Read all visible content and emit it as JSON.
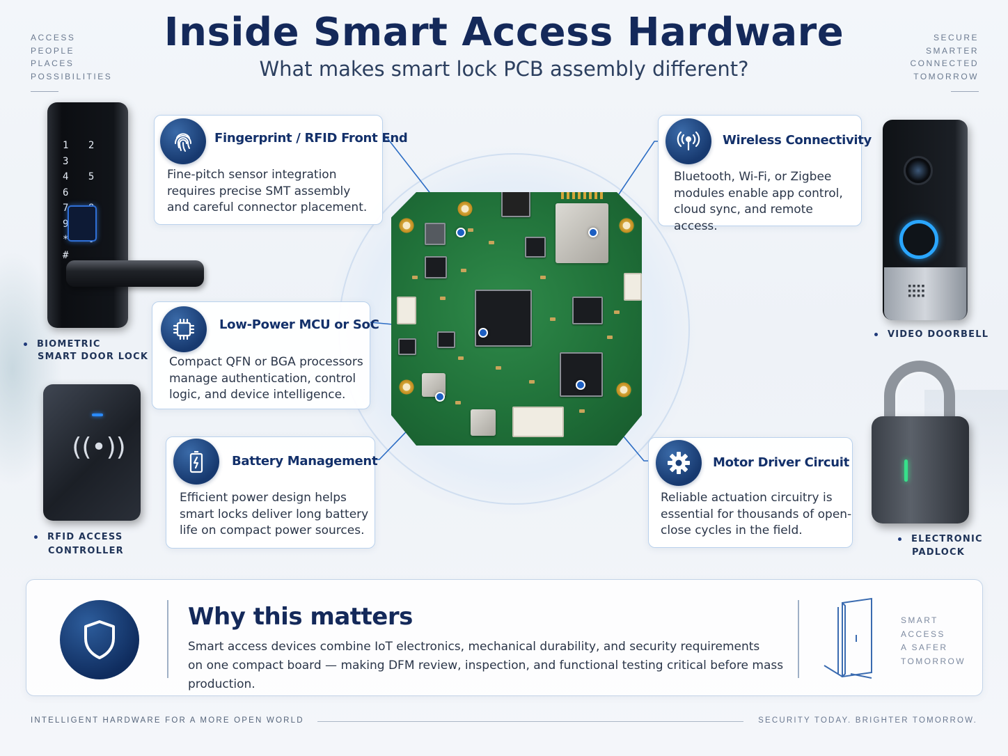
{
  "header": {
    "title": "Inside Smart Access Hardware",
    "subtitle": "What makes smart lock PCB assembly different?",
    "left_words": [
      "ACCESS",
      "PEOPLE",
      "PLACES",
      "POSSIBILITIES"
    ],
    "right_words": [
      "SECURE",
      "SMARTER",
      "CONNECTED",
      "TOMORROW"
    ]
  },
  "features": {
    "fingerprint": {
      "icon": "fingerprint-icon",
      "title": "Fingerprint / RFID Front End",
      "text": "Fine-pitch sensor integration requires precise SMT assembly and careful connector placement."
    },
    "mcu": {
      "icon": "chip-icon",
      "title": "Low-Power MCU or SoC",
      "text": "Compact QFN or BGA processors manage authentication, control logic, and device intelligence."
    },
    "battery": {
      "icon": "battery-icon",
      "title": "Battery Management",
      "text": "Efficient power design helps smart locks deliver long battery life on compact power sources."
    },
    "wireless": {
      "icon": "wireless-icon",
      "title": "Wireless Connectivity",
      "text": "Bluetooth, Wi-Fi, or Zigbee modules enable app control, cloud sync, and remote access."
    },
    "motor": {
      "icon": "gear-icon",
      "title": "Motor Driver Circuit",
      "text": "Reliable actuation circuitry is essential for thousands of open-close cycles in the field."
    }
  },
  "devices": {
    "door_lock": {
      "line1": "BIOMETRIC",
      "line2": "SMART DOOR LOCK",
      "keypad": [
        "1 2 3",
        "4 5 6",
        "7 8 9",
        "* 0 #"
      ]
    },
    "rfid": {
      "line1": "RFID ACCESS",
      "line2": "CONTROLLER"
    },
    "doorbell": {
      "line1": "VIDEO DOORBELL"
    },
    "padlock": {
      "line1": "ELECTRONIC",
      "line2": "PADLOCK"
    }
  },
  "banner": {
    "title": "Why this matters",
    "line1": "Smart access devices combine IoT electronics, mechanical durability, and security requirements",
    "line2": "on one compact board — making DFM review, inspection, and functional testing critical before mass production.",
    "side_words": [
      "SMART",
      "ACCESS",
      "A SAFER",
      "TOMORROW"
    ]
  },
  "footer": {
    "left": "INTELLIGENT HARDWARE FOR A MORE OPEN WORLD",
    "right": "SECURITY TODAY. BRIGHTER TOMORROW."
  },
  "colors": {
    "accent": "#14295a",
    "icon_blue": "#1d4a8a",
    "card_border": "#b9d1ec",
    "pcb_green": "#1f6f38"
  }
}
